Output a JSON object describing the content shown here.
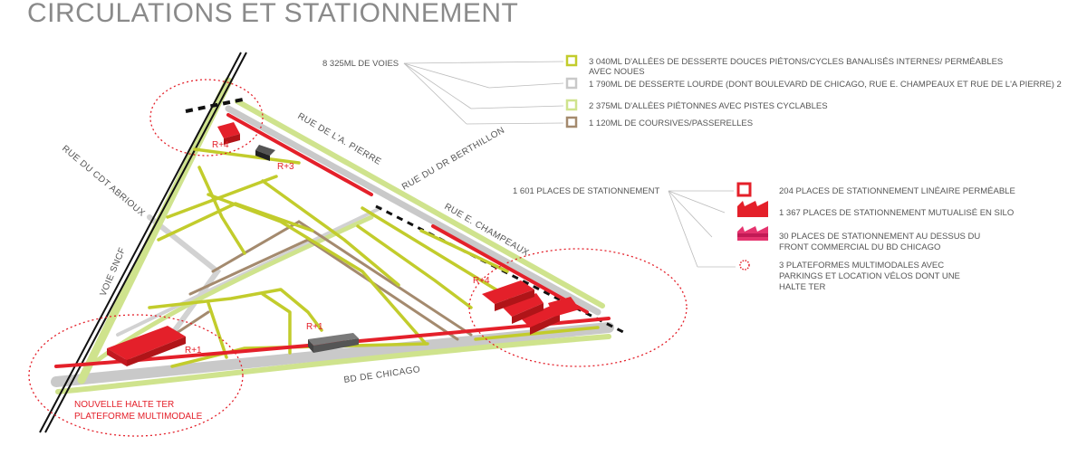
{
  "title": "CIRCULATIONS ET STATIONNEMENT",
  "colors": {
    "red": "#e4202a",
    "lime": "#c2cc2c",
    "light_green": "#cfe38d",
    "grey": "#c9c9c9",
    "brown": "#a48a6e",
    "magenta": "#e5336e"
  },
  "voies": {
    "total": "8 325ML DE VOIES",
    "items": [
      {
        "icon": "lime-square-icon",
        "line1": "3 040ML D'ALLÉES DE DESSERTE DOUCES PIÉTONS/CYCLES BANALISÉS INTERNES/ PERMÉABLES",
        "line2": "AVEC NOUES"
      },
      {
        "icon": "grey-square-icon",
        "line1": "1 790ML DE DESSERTE LOURDE (DONT BOULEVARD DE CHICAGO, RUE E. CHAMPEAUX ET RUE DE L'A  PIERRE)  2",
        "line2": ""
      },
      {
        "icon": "light-green-square-icon",
        "line1": "2 375ML D'ALLÉES PIÉTONNES AVEC  PISTES CYCLABLES",
        "line2": ""
      },
      {
        "icon": "brown-square-icon",
        "line1": "1 120ML DE COURSIVES/PASSERELLES",
        "line2": ""
      }
    ]
  },
  "stationnement": {
    "total": "1 601 PLACES DE STATIONNEMENT",
    "items": [
      {
        "icon": "red-outline-square-icon",
        "line1": "204 PLACES DE STATIONNEMENT LINÉAIRE PERMÉABLE",
        "line2": "",
        "line3": ""
      },
      {
        "icon": "red-sawtooth-icon",
        "line1": "1 367 PLACES DE STATIONNEMENT MUTUALISÉ EN SILO",
        "line2": "",
        "line3": ""
      },
      {
        "icon": "magenta-sawtooth-icon",
        "line1": "30 PLACES DE STATIONNEMENT AU DESSUS DU",
        "line2": "FRONT COMMERCIAL DU BD CHICAGO",
        "line3": ""
      },
      {
        "icon": "red-dotted-circle-icon",
        "line1": "3 PLATEFORMES MULTIMODALES AVEC",
        "line2": "PARKINGS ET LOCATION VÉLOS DONT UNE",
        "line3": "HALTE TER"
      }
    ]
  },
  "streets": {
    "rue_pierre": "RUE DE L'A. PIERRE",
    "rue_berthillon": "RUE DU DR BERTHILLON",
    "rue_champeaux": "RUE E. CHAMPEAUX",
    "rue_abrioux": "RUE DU CDT ABRIOUX",
    "voie_sncf": "VOIE SNCF",
    "bd_chicago": "BD DE CHICAGO"
  },
  "buildings": {
    "r4_top": "R+4",
    "r3_top": "R+3",
    "r1_left": "R+1",
    "r1_center": "R+1",
    "r4_right": "R+4"
  },
  "halte": {
    "line1": "NOUVELLE HALTE TER",
    "line2": "PLATEFORME MULTIMODALE"
  }
}
